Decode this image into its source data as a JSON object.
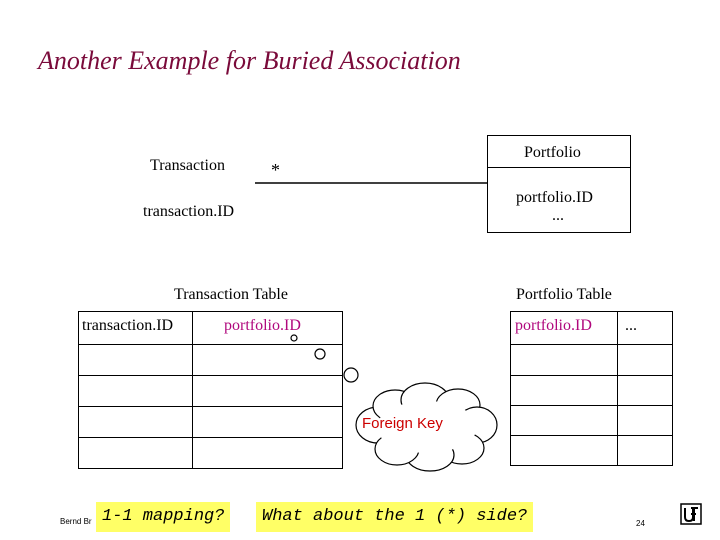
{
  "slide": {
    "title": "Another Example for Buried Association",
    "footer_left": "Bernd Br",
    "page_number": "24"
  },
  "uml": {
    "transaction_class": {
      "name": "Transaction",
      "attribute": "transaction.ID"
    },
    "portfolio_class": {
      "name": "Portfolio",
      "attribute": "portfolio.ID",
      "ellipsis": "..."
    },
    "multiplicity": "*"
  },
  "transaction_table": {
    "caption": "Transaction Table",
    "headers": [
      "transaction.ID",
      "portfolio.ID"
    ]
  },
  "portfolio_table": {
    "caption": "Portfolio Table",
    "headers": [
      "portfolio.ID",
      "..."
    ]
  },
  "callout": {
    "label": "Foreign Key"
  },
  "notes": {
    "left": "1-1 mapping?",
    "right": "What about the 1 (*) side?"
  },
  "colors": {
    "title": "#7a0a3a",
    "highlight": "#b0087d",
    "note_background": "#ffff66",
    "callout_text": "#cc0000"
  }
}
